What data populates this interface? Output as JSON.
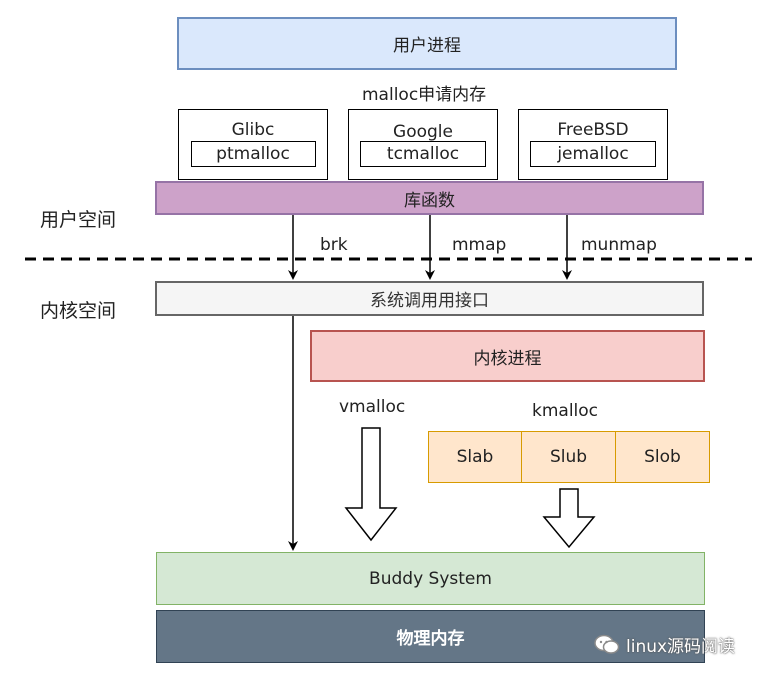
{
  "user_process": "用户进程",
  "malloc_label": "malloc申请内存",
  "allocators": [
    {
      "lib": "Glibc",
      "impl": "ptmalloc"
    },
    {
      "lib": "Google",
      "impl": "tcmalloc"
    },
    {
      "lib": "FreeBSD",
      "impl": "jemalloc"
    }
  ],
  "library": "库函数",
  "user_space": "用户空间",
  "kernel_space": "内核空间",
  "syscalls": [
    "brk",
    "mmap",
    "munmap"
  ],
  "syscall_interface": "系统调用用接口",
  "kernel_process": "内核进程",
  "vmalloc": "vmalloc",
  "kmalloc": "kmalloc",
  "slab_allocators": [
    "Slab",
    "Slub",
    "Slob"
  ],
  "buddy_system": "Buddy System",
  "physical_memory": "物理内存",
  "watermark": "linux源码阅读",
  "colors": {
    "user_process_fill": "#dae8fc",
    "user_process_stroke": "#6c8ebf",
    "library_fill": "#cda2c9",
    "library_stroke": "#9673a6",
    "syscall_fill": "#f5f5f5",
    "syscall_stroke": "#666666",
    "kernel_fill": "#f8cecc",
    "kernel_stroke": "#b85450",
    "slab_fill": "#ffe6cc",
    "slab_stroke": "#d79b00",
    "buddy_fill": "#d5e8d4",
    "buddy_stroke": "#82b366",
    "physical_fill": "#647687",
    "physical_stroke": "#314354"
  }
}
